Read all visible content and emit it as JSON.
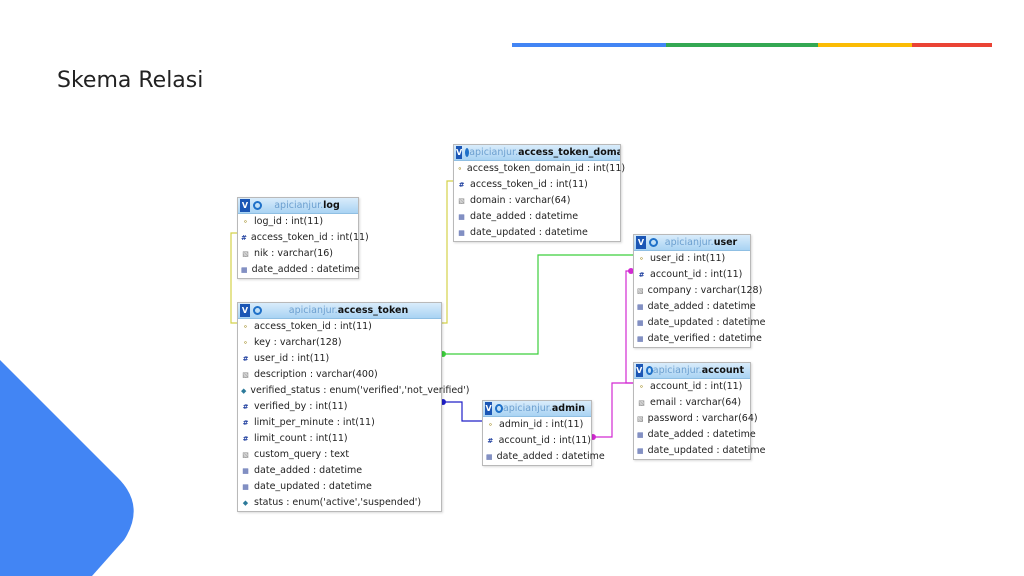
{
  "slide": {
    "title": "Skema Relasi",
    "accent_colors": [
      "#4285f4",
      "#34a853",
      "#fbbc05",
      "#ea4335"
    ],
    "blob_color": "#4285f4"
  },
  "tables": [
    {
      "db": "apicianjur.",
      "name": "log",
      "columns": [
        {
          "icon": "key-icon",
          "text": "log_id : int(11)"
        },
        {
          "icon": "numeric-icon",
          "text": "access_token_id : int(11)"
        },
        {
          "icon": "text-icon",
          "text": "nik : varchar(16)"
        },
        {
          "icon": "date-icon",
          "text": "date_added : datetime"
        }
      ]
    },
    {
      "db": "apicianjur.",
      "name": "access_token_domain",
      "columns": [
        {
          "icon": "key-icon",
          "text": "access_token_domain_id : int(11)"
        },
        {
          "icon": "numeric-icon",
          "text": "access_token_id : int(11)"
        },
        {
          "icon": "text-icon",
          "text": "domain : varchar(64)"
        },
        {
          "icon": "date-icon",
          "text": "date_added : datetime"
        },
        {
          "icon": "date-icon",
          "text": "date_updated : datetime"
        }
      ]
    },
    {
      "db": "apicianjur.",
      "name": "user",
      "columns": [
        {
          "icon": "key-icon",
          "text": "user_id : int(11)"
        },
        {
          "icon": "numeric-icon",
          "text": "account_id : int(11)"
        },
        {
          "icon": "text-icon",
          "text": "company : varchar(128)"
        },
        {
          "icon": "date-icon",
          "text": "date_added : datetime"
        },
        {
          "icon": "date-icon",
          "text": "date_updated : datetime"
        },
        {
          "icon": "date-icon",
          "text": "date_verified : datetime"
        }
      ]
    },
    {
      "db": "apicianjur.",
      "name": "access_token",
      "columns": [
        {
          "icon": "key-icon",
          "text": "access_token_id : int(11)"
        },
        {
          "icon": "key-icon",
          "text": "key : varchar(128)"
        },
        {
          "icon": "numeric-icon",
          "text": "user_id : int(11)"
        },
        {
          "icon": "text-icon",
          "text": "description : varchar(400)"
        },
        {
          "icon": "enum-icon",
          "text": "verified_status : enum('verified','not_verified')"
        },
        {
          "icon": "numeric-icon",
          "text": "verified_by : int(11)"
        },
        {
          "icon": "numeric-icon",
          "text": "limit_per_minute : int(11)"
        },
        {
          "icon": "numeric-icon",
          "text": "limit_count : int(11)"
        },
        {
          "icon": "text-icon",
          "text": "custom_query : text"
        },
        {
          "icon": "date-icon",
          "text": "date_added : datetime"
        },
        {
          "icon": "date-icon",
          "text": "date_updated : datetime"
        },
        {
          "icon": "enum-icon",
          "text": "status : enum('active','suspended')"
        }
      ]
    },
    {
      "db": "apicianjur.",
      "name": "admin",
      "columns": [
        {
          "icon": "key-icon",
          "text": "admin_id : int(11)"
        },
        {
          "icon": "numeric-icon",
          "text": "account_id : int(11)"
        },
        {
          "icon": "date-icon",
          "text": "date_added : datetime"
        }
      ]
    },
    {
      "db": "apicianjur.",
      "name": "account",
      "columns": [
        {
          "icon": "key-icon",
          "text": "account_id : int(11)"
        },
        {
          "icon": "text-icon",
          "text": "email : varchar(64)"
        },
        {
          "icon": "text-icon",
          "text": "password : varchar(64)"
        },
        {
          "icon": "date-icon",
          "text": "date_added : datetime"
        },
        {
          "icon": "date-icon",
          "text": "date_updated : datetime"
        }
      ]
    }
  ],
  "relations": [
    {
      "from": "log.access_token_id",
      "to": "access_token.access_token_id",
      "color": "#d4d24a"
    },
    {
      "from": "access_token_domain.access_token_id",
      "to": "access_token.access_token_id",
      "color": "#d4d24a"
    },
    {
      "from": "access_token.user_id",
      "to": "user.user_id",
      "color": "#3ccf3c"
    },
    {
      "from": "access_token.verified_by",
      "to": "admin.admin_id",
      "color": "#2020c8"
    },
    {
      "from": "admin.account_id",
      "to": "account.account_id",
      "color": "#d22ad2"
    },
    {
      "from": "user.account_id",
      "to": "account.account_id",
      "color": "#d22ad2"
    }
  ]
}
